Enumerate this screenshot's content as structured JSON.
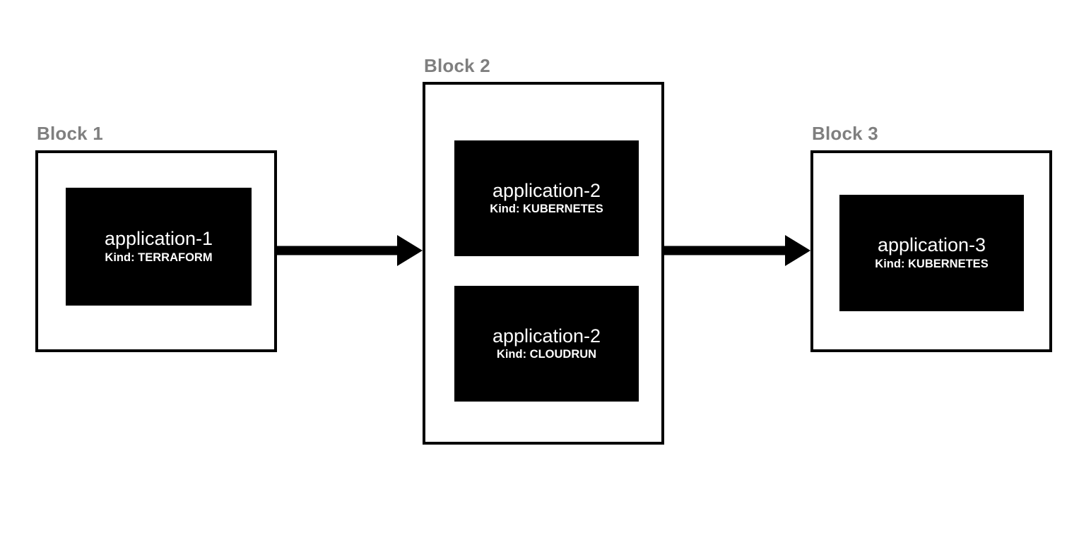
{
  "diagram": {
    "blocks": [
      {
        "title": "Block 1",
        "nodes": [
          {
            "name": "application-1",
            "kind": "Kind: TERRAFORM"
          }
        ]
      },
      {
        "title": "Block 2",
        "nodes": [
          {
            "name": "application-2",
            "kind": "Kind: KUBERNETES"
          },
          {
            "name": "application-2",
            "kind": "Kind: CLOUDRUN"
          }
        ]
      },
      {
        "title": "Block 3",
        "nodes": [
          {
            "name": "application-3",
            "kind": "Kind: KUBERNETES"
          }
        ]
      }
    ],
    "connectors": [
      {
        "name": "arrow-block1-to-block2"
      },
      {
        "name": "arrow-block2-to-block3"
      }
    ],
    "colors": {
      "node_fill": "#000000",
      "node_text": "#ffffff",
      "block_border": "#000000",
      "block_title": "#7f7f7f",
      "background": "#ffffff",
      "connector": "#000000"
    }
  }
}
